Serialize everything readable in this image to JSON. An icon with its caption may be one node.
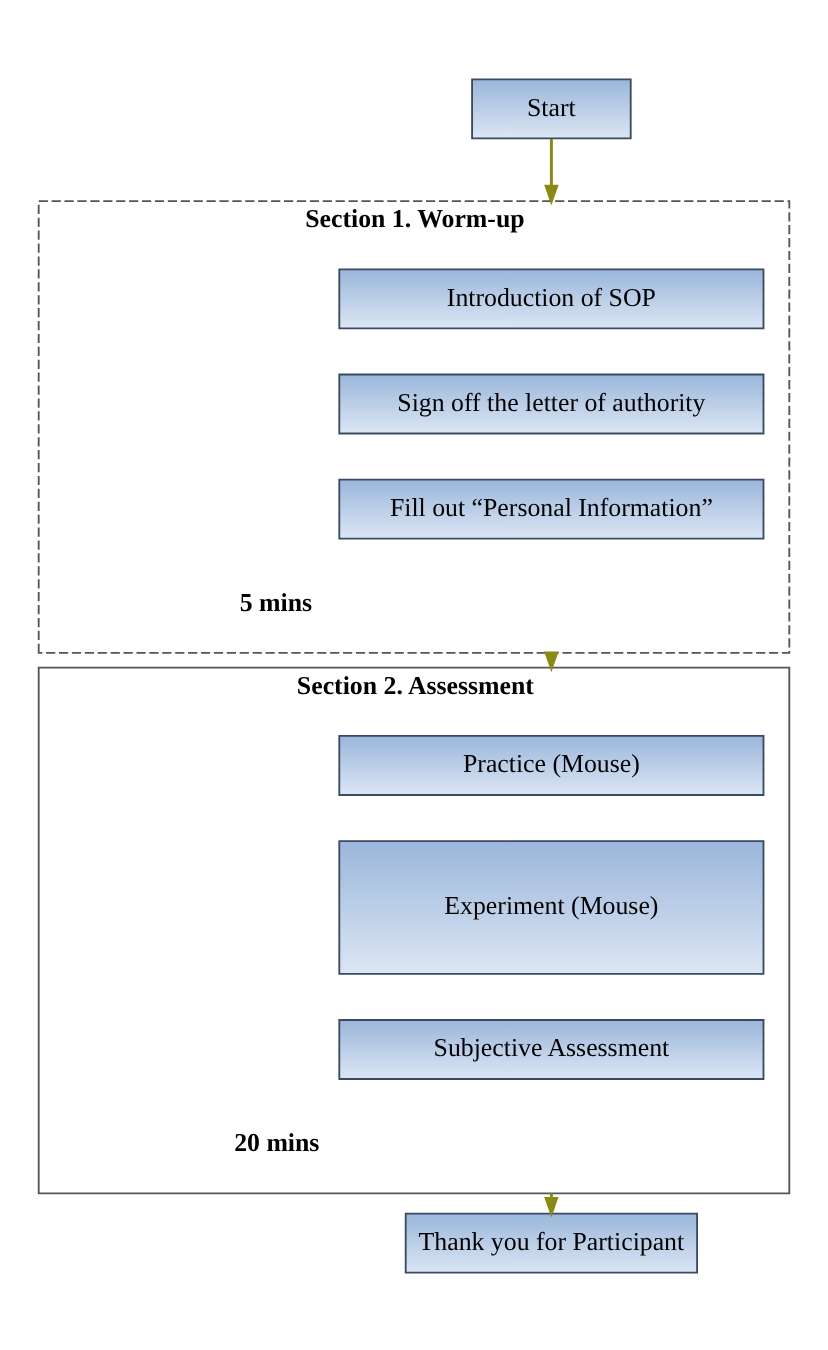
{
  "diagram": {
    "nodes": [
      {
        "text": [
          "Start"
        ]
      },
      {
        "text": [
          "Section 1. Worm-up"
        ],
        "beside": [
          "5 mins"
        ]
      },
      {
        "text": [
          "Introduction of SOP"
        ],
        "in": 1
      },
      {
        "text": [
          "Sign off the letter of authority"
        ],
        "in": 1
      },
      {
        "text": [
          "Fill out “Personal Information”"
        ],
        "in": 1
      },
      {
        "text": [
          "Section 2. Assessment"
        ],
        "beside": [
          "20 mins"
        ]
      },
      {
        "text": [
          "Practice (Mouse)"
        ],
        "in": 5
      },
      {
        "text": [
          "Experiment (Mouse)"
        ],
        "in": 5
      },
      {
        "text": [
          "Subjective Assessment"
        ],
        "in": 5
      },
      {
        "text": [
          "Thank you for Participant"
        ]
      }
    ],
    "edges": [
      {
        "from": 0,
        "to": 1,
        "arrow": "to"
      },
      {
        "from": 1,
        "to": 5,
        "arrow": "to"
      },
      {
        "from": 5,
        "to": 9,
        "arrow": "to"
      }
    ]
  }
}
